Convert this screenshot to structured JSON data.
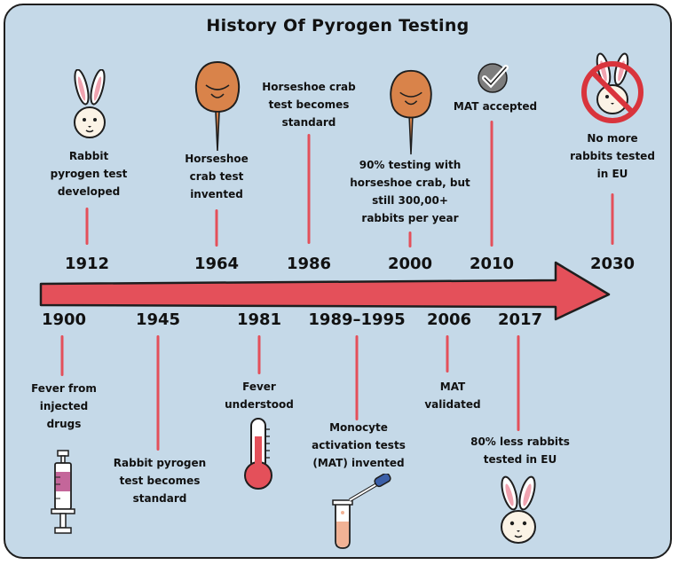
{
  "title": "History Of Pyrogen Testing",
  "top_events": [
    {
      "year": "1912",
      "lines": [
        "Rabbit",
        "pyrogen test",
        "developed"
      ],
      "icon": "rabbit-icon"
    },
    {
      "year": "1964",
      "lines": [
        "Horseshoe",
        "crab test",
        "invented"
      ],
      "icon": "horseshoe-crab-icon"
    },
    {
      "year": "1986",
      "lines": [
        "Horseshoe crab",
        "test becomes",
        "standard"
      ]
    },
    {
      "year": "2000",
      "lines": [
        "90% testing with",
        "horseshoe crab, but",
        "still 300,00+",
        "rabbits per year"
      ],
      "icon": "horseshoe-crab-icon"
    },
    {
      "year": "2010",
      "lines": [
        "MAT accepted"
      ],
      "icon": "checkmark-badge-icon"
    },
    {
      "year": "2030",
      "lines": [
        "No more",
        "rabbits tested",
        "in EU"
      ],
      "icon": "no-rabbit-icon"
    }
  ],
  "bottom_events": [
    {
      "year": "1900",
      "lines": [
        "Fever from",
        "injected",
        "drugs"
      ],
      "icon": "syringe-icon"
    },
    {
      "year": "1945",
      "lines": [
        "Rabbit pyrogen",
        "test becomes",
        "standard"
      ]
    },
    {
      "year": "1981",
      "lines": [
        "Fever",
        "understood"
      ],
      "icon": "thermometer-icon"
    },
    {
      "year": "1989–1995",
      "lines": [
        "Monocyte",
        "activation tests",
        "(MAT) invented"
      ],
      "icon": "test-tube-dropper-icon"
    },
    {
      "year": "2006",
      "lines": [
        "MAT",
        "validated"
      ]
    },
    {
      "year": "2017",
      "lines": [
        "80% less rabbits",
        "tested in EU"
      ],
      "icon": "rabbit-icon"
    }
  ],
  "colors": {
    "background": "#c5d9e8",
    "arrow": "#e4505a",
    "tick": "#e4505a",
    "crab": "#d9834a",
    "rabbit_ear": "#f0a3b0",
    "prohibit": "#d9343c"
  }
}
